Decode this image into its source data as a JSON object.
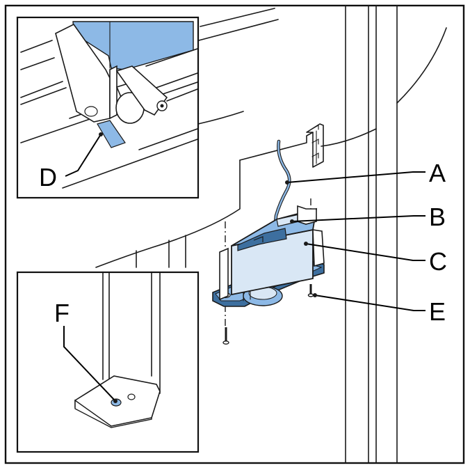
{
  "figure": {
    "callouts": {
      "a": "A",
      "b": "B",
      "c": "C",
      "d": "D",
      "e": "E",
      "f": "F"
    },
    "colors": {
      "part_blue": "#8db9e6",
      "part_blue_light": "#d9e7f5",
      "part_blue_dark": "#3d6f9f",
      "line": "#1a1a1a"
    }
  }
}
